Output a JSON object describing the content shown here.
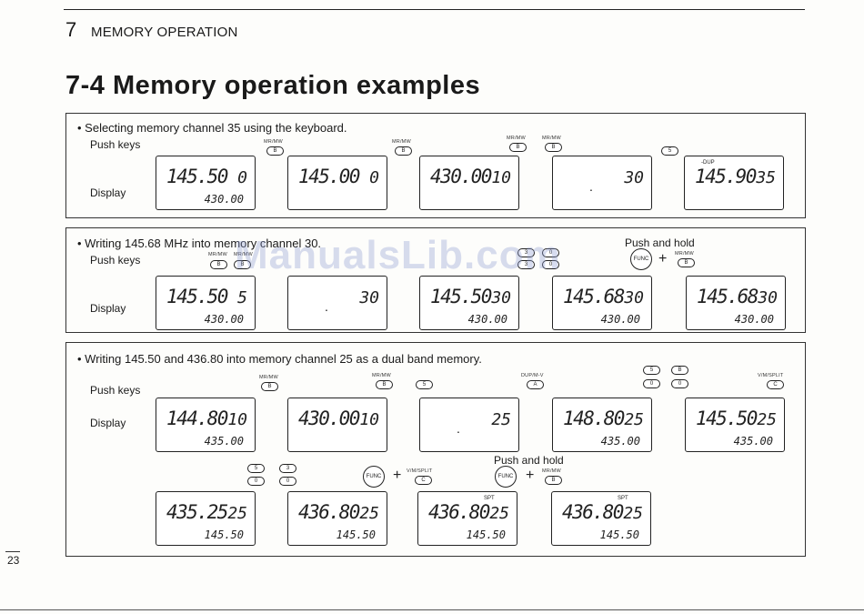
{
  "header": {
    "chapter_number": "7",
    "chapter_title": "MEMORY OPERATION"
  },
  "section_title": "7-4 Memory operation examples",
  "page_number": "23",
  "watermark": "ManualsLib.com",
  "labels": {
    "push_keys": "Push keys",
    "display": "Display",
    "push_and_hold": "Push and hold"
  },
  "keys": {
    "mrmw": "MR/MW",
    "vmsplit": "V/M/SPLIT",
    "dupmw": "DUP/M-V",
    "func": "FUNC",
    "plus": "+"
  },
  "examples": [
    {
      "title": "• Selecting memory channel 35 using the keyboard.",
      "key_labels": [
        "B",
        "B",
        "B",
        "B",
        "5"
      ],
      "displays": [
        {
          "main": "145.50",
          "ch": "0",
          "sub": "430.00"
        },
        {
          "main": "145.00",
          "ch": "0",
          "sub": ""
        },
        {
          "main": "430.00",
          "ch": "10",
          "sub": ""
        },
        {
          "main": ".",
          "ch": "30",
          "sub": ""
        },
        {
          "main": "145.90",
          "ch": "35",
          "sub": "",
          "tag": "-DUP"
        }
      ]
    },
    {
      "title": "• Writing 145.68 MHz into memory channel 30.",
      "key_labels": [
        "B",
        "B",
        "3",
        "0",
        "3",
        "0",
        "B"
      ],
      "displays": [
        {
          "main": "145.50",
          "ch": "5",
          "sub": "430.00"
        },
        {
          "main": ".",
          "ch": "30",
          "sub": ""
        },
        {
          "main": "145.50",
          "ch": "30",
          "sub": "430.00"
        },
        {
          "main": "145.68",
          "ch": "30",
          "sub": "430.00"
        },
        {
          "main": "145.68",
          "ch": "30",
          "sub": "430.00"
        }
      ]
    },
    {
      "title": "• Writing 145.50 and 436.80 into memory channel 25 as a dual band memory.",
      "key_labels": [
        "B",
        "B",
        "5",
        "A",
        "5",
        "B",
        "0",
        "0",
        "C"
      ],
      "displays": [
        {
          "main": "144.80",
          "ch": "10",
          "sub": "435.00"
        },
        {
          "main": "430.00",
          "ch": "10",
          "sub": ""
        },
        {
          "main": ".",
          "ch": "25",
          "sub": ""
        },
        {
          "main": "148.80",
          "ch": "25",
          "sub": "435.00"
        },
        {
          "main": "145.50",
          "ch": "25",
          "sub": "435.00"
        }
      ],
      "row2_key_labels": [
        "5",
        "0",
        "3",
        "0",
        "C",
        "B"
      ],
      "row2_displays": [
        {
          "main": "435.25",
          "ch": "25",
          "sub": "145.50"
        },
        {
          "main": "436.80",
          "ch": "25",
          "sub": "145.50"
        },
        {
          "main": "436.80",
          "ch": "25",
          "sub": "145.50",
          "tag": "SPT"
        },
        {
          "main": "436.80",
          "ch": "25",
          "sub": "145.50",
          "tag": "SPT"
        }
      ]
    }
  ]
}
